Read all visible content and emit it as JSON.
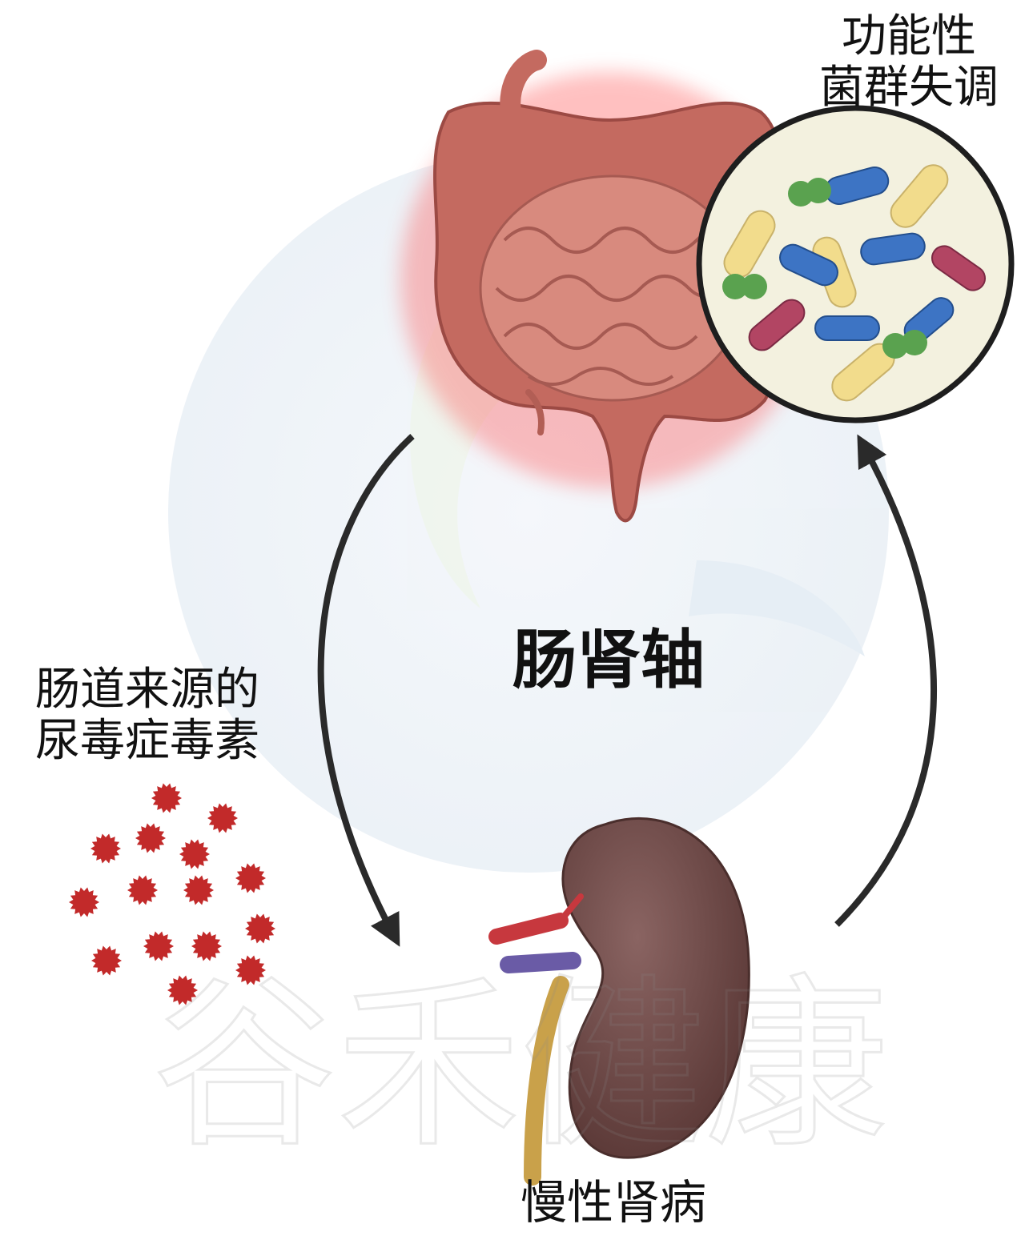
{
  "title": "肠肾轴",
  "labels": {
    "dysbiosis": [
      "功能性",
      "菌群失调"
    ],
    "uremic_toxins": [
      "肠道来源的",
      "尿毒症毒素"
    ],
    "ckd": "慢性肾病"
  },
  "watermark": "谷禾健康",
  "colors": {
    "arrow": "#2a2a2a",
    "intestine": "#c46a60",
    "inflammation_glow": "#ff4d4d",
    "kidney": "#6f4a48",
    "toxin": "#c22a2a",
    "bacteria_yellow": "#f2dc8c",
    "bacteria_blue": "#3d74c4",
    "bacteria_green": "#5aa24f",
    "bacteria_red": "#b24563"
  },
  "icons": [
    "intestine-icon",
    "kidney-icon",
    "bacteria-icon",
    "toxin-particle-icon",
    "cycle-arrow-icon"
  ]
}
